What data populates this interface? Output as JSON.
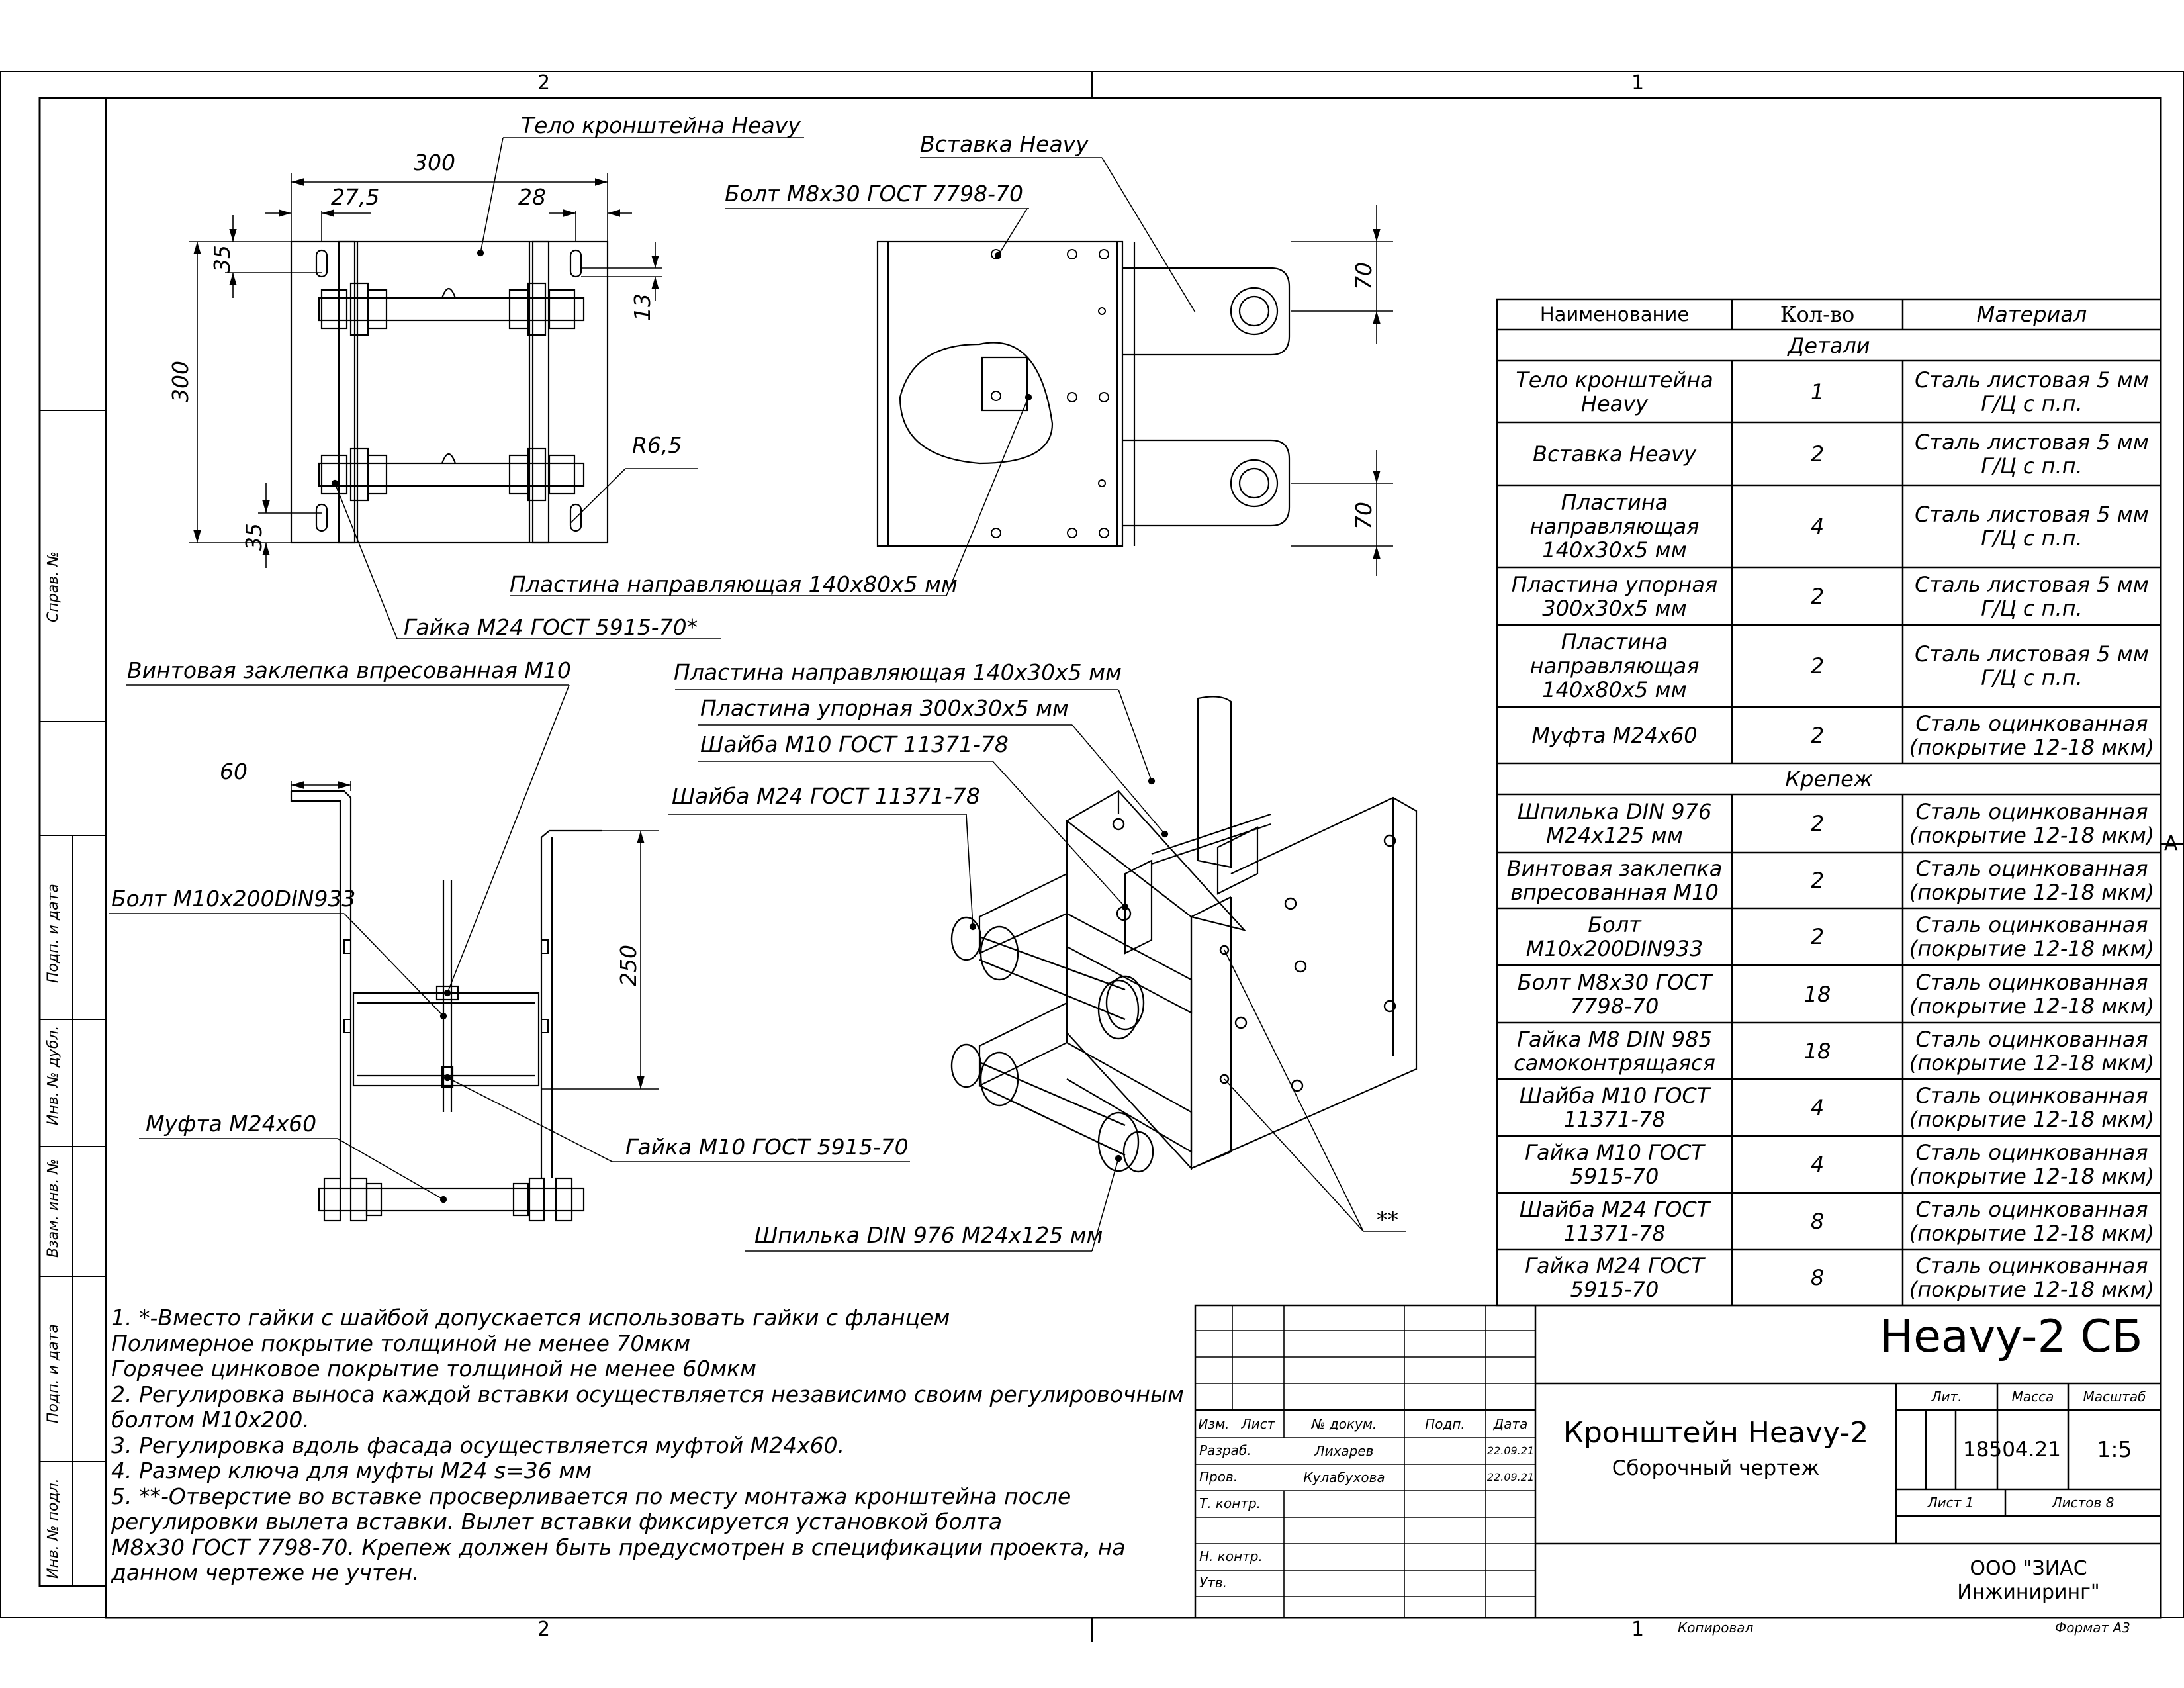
{
  "frame": {
    "zones_top": [
      "2",
      "1"
    ],
    "zones_bottom": [
      "2",
      "1"
    ],
    "zone_right": "A"
  },
  "left_strip": [
    "Справ. №",
    "Подп. и дата",
    "Инв. № дубл.",
    "Взам. инв. №",
    "Подп. и дата",
    "Инв. № подл."
  ],
  "top_view": {
    "dim_width": "300",
    "dim_left": "27,5",
    "dim_right": "28",
    "dim_height": "300",
    "dim_top": "35",
    "dim_bottom": "35",
    "dim_slot": "13",
    "radius": "R6,5",
    "label_body": "Тело кронштейна Heavy",
    "label_plate": "Пластина направляющая 140x80x5 мм",
    "label_nut": "Гайка М24 ГОСТ 5915-70*"
  },
  "side_view": {
    "label_insert": "Вставка  Heavy",
    "label_bolt": "Болт М8х30 ГОСТ 7798-70",
    "dim_top": "70",
    "dim_bottom": "70"
  },
  "front_view": {
    "label_rivet": "Винтовая заклепка впресованная М10",
    "dim_width": "60",
    "label_bolt": "Болт М10х200DIN933",
    "dim_height": "250",
    "label_coupling": "Муфта М24х60",
    "label_nut": "Гайка М10 ГОСТ 5915-70"
  },
  "iso_view": {
    "label_plate1": "Пластина направляющая 140х30х5 мм",
    "label_plate2": "Пластина упорная 300х30х5 мм",
    "label_washer10": "Шайба М10 ГОСТ 11371-78",
    "label_washer24": "Шайба М24 ГОСТ 11371-78",
    "label_stud": "Шпилька DIN 976 М24х125 мм",
    "label_hole": "**"
  },
  "spec_table": {
    "headers": [
      "Наименование",
      "Кол-во",
      "Материал"
    ],
    "sections": [
      {
        "title": "Детали",
        "rows": [
          {
            "name": [
              "Тело кронштейна",
              "Heavy"
            ],
            "qty": "1",
            "mat": [
              "Сталь листовая 5 мм",
              "Г/Ц с п.п."
            ]
          },
          {
            "name": [
              "Вставка  Heavy"
            ],
            "qty": "2",
            "mat": [
              "Сталь листовая 5 мм",
              "Г/Ц с п.п."
            ]
          },
          {
            "name": [
              "Пластина",
              "направляющая",
              "140x30x5 мм"
            ],
            "qty": "4",
            "mat": [
              "Сталь листовая 5 мм",
              "Г/Ц с п.п."
            ]
          },
          {
            "name": [
              "Пластина упорная",
              "300x30x5 мм"
            ],
            "qty": "2",
            "mat": [
              "Сталь листовая 5 мм",
              "Г/Ц с п.п."
            ]
          },
          {
            "name": [
              "Пластина",
              "направляющая",
              "140x80x5 мм"
            ],
            "qty": "2",
            "mat": [
              "Сталь листовая 5 мм",
              "Г/Ц с п.п."
            ]
          },
          {
            "name": [
              "Муфта М24х60"
            ],
            "qty": "2",
            "mat": [
              "Сталь оцинкованная",
              "(покрытие 12-18 мкм)"
            ]
          }
        ]
      },
      {
        "title": "Крепеж",
        "rows": [
          {
            "name": [
              "Шпилька DIN 976",
              "М24х125 мм"
            ],
            "qty": "2",
            "mat": [
              "Сталь оцинкованная",
              "(покрытие 12-18 мкм)"
            ]
          },
          {
            "name": [
              "Винтовая заклепка",
              "впресованная М10"
            ],
            "qty": "2",
            "mat": [
              "Сталь оцинкованная",
              "(покрытие 12-18 мкм)"
            ]
          },
          {
            "name": [
              "Болт М10х200DIN933"
            ],
            "qty": "2",
            "mat": [
              "Сталь оцинкованная",
              "(покрытие 12-18 мкм)"
            ]
          },
          {
            "name": [
              "Болт М8х30 ГОСТ",
              "7798-70"
            ],
            "qty": "18",
            "mat": [
              "Сталь оцинкованная",
              "(покрытие 12-18 мкм)"
            ]
          },
          {
            "name": [
              "Гайка М8 DIN 985",
              "самоконтрящаяся"
            ],
            "qty": "18",
            "mat": [
              "Сталь оцинкованная",
              "(покрытие 12-18 мкм)"
            ]
          },
          {
            "name": [
              "Шайба М10 ГОСТ",
              "11371-78"
            ],
            "qty": "4",
            "mat": [
              "Сталь оцинкованная",
              "(покрытие 12-18 мкм)"
            ]
          },
          {
            "name": [
              "Гайка М10 ГОСТ",
              "5915-70"
            ],
            "qty": "4",
            "mat": [
              "Сталь оцинкованная",
              "(покрытие 12-18 мкм)"
            ]
          },
          {
            "name": [
              "Шайба М24 ГОСТ",
              "11371-78"
            ],
            "qty": "8",
            "mat": [
              "Сталь оцинкованная",
              "(покрытие 12-18 мкм)"
            ]
          },
          {
            "name": [
              "Гайка М24 ГОСТ",
              "5915-70"
            ],
            "qty": "8",
            "mat": [
              "Сталь оцинкованная",
              "(покрытие 12-18 мкм)"
            ]
          }
        ]
      }
    ]
  },
  "notes": [
    "1. *-Вместо гайки с шайбой  допускается использовать гайки с фланцем",
    "Полимерное покрытие толщиной не менее 70мкм",
    "Горячее цинковое покрытие толщиной не менее 60мкм",
    "2. Регулировка выноса каждой вставки осуществляется независимо своим регулировочным",
    "болтом М10х200.",
    "3. Регулировка вдоль фасада осуществляется муфтой М24х60.",
    "4. Размер ключа для муфты М24 s=36 мм",
    "5. **-Отверстие во вставке просверливается по месту монтажа кронштейна после",
    " регулировки вылета вставки. Вылет вставки фиксируется установкой болта",
    " М8х30 ГОСТ 7798-70. Крепеж должен быть предусмотрен в спецификации проекта, на",
    "данном чертеже не учтен."
  ],
  "title_block": {
    "designation": "Heavy-2 СБ",
    "title": "Кронштейн Heavy-2",
    "subtitle": "Сборочный чертеж",
    "col_izm": "Изм.",
    "col_list": "Лист",
    "col_doc": "№ докум.",
    "col_sign": "Подп.",
    "col_date": "Дата",
    "row_razrab": "Разраб.",
    "name_razrab": "Лихарев",
    "date_razrab": "22.09.21",
    "row_prov": "Пров.",
    "name_prov": "Кулабухова",
    "date_prov": "22.09.21",
    "row_tkontr": "Т. контр.",
    "row_nkontr": "Н. контр.",
    "row_utv": "Утв.",
    "lit_label": "Лит.",
    "mass_label": "Масса",
    "scale_label": "Масштаб",
    "mass": "18504.21",
    "scale": "1:5",
    "sheet": "Лист 1",
    "sheets": "Листов 8",
    "company": "ООО \"ЗИАС Инжиниринг\"",
    "copied": "Копировал",
    "format": "Формат А3"
  },
  "colors": {
    "ink": "#000000",
    "background": "#ffffff"
  }
}
